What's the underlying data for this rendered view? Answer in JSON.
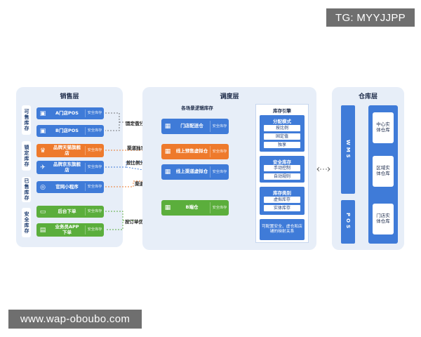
{
  "watermarks": {
    "top_right": "TG: MYYJJPP",
    "bottom_left": "www.wap-oboubo.com"
  },
  "sales": {
    "title": "销售层",
    "tags": [
      "可售库存",
      "锁定库存",
      "已售库存",
      "安全库存"
    ],
    "channels": [
      {
        "label": "A门店POS",
        "sub": "安全库存",
        "color": "#3f7bd8",
        "icon": "store-icon"
      },
      {
        "label": "B门店POS",
        "sub": "安全库存",
        "color": "#3f7bd8",
        "icon": "store-icon"
      },
      {
        "label": "品牌天猫旗舰店",
        "sub": "安全库存",
        "color": "#ee7a2c",
        "icon": "tmall-icon"
      },
      {
        "label": "品牌京东旗舰店",
        "sub": "安全库存",
        "color": "#3f7bd8",
        "icon": "jd-icon"
      },
      {
        "label": "官网小程序",
        "sub": "安全库存",
        "color": "#3f7bd8",
        "icon": "miniprogram-icon"
      },
      {
        "label": "后台下单",
        "sub": "安全库存",
        "color": "#5bae3c",
        "icon": "monitor-icon"
      },
      {
        "label": "业务员APP下单",
        "sub": "安全库存",
        "color": "#5bae3c",
        "icon": "app-icon"
      }
    ]
  },
  "arrows": {
    "fixed": "固定值分配",
    "exclusive1": "渠道独享",
    "ratio": "按比例分配",
    "exclusive2": "渠道独享",
    "order_priority": "按订单优先级分配"
  },
  "dispatch": {
    "title": "调度层",
    "logic_title": "各场景逻辑库存",
    "warehouses": [
      {
        "label": "门店配送仓",
        "sub": "安全库存",
        "color": "#3f7bd8"
      },
      {
        "label": "线上预售虚拟仓",
        "sub": "安全库存",
        "color": "#ee7a2c"
      },
      {
        "label": "线上渠道虚拟仓",
        "sub": "安全库存",
        "color": "#3f7bd8"
      },
      {
        "label": "B端仓",
        "sub": "安全库存",
        "color": "#5bae3c"
      }
    ],
    "engine": {
      "title": "库存引擎",
      "sections": [
        {
          "head": "分配模式",
          "options": [
            "按比例",
            "固定值",
            "独享"
          ]
        },
        {
          "head": "安全库存",
          "options": [
            "手动控制",
            "自动规则"
          ]
        },
        {
          "head": "库存类别",
          "options": [
            "虚拟库存",
            "实体库存"
          ]
        }
      ],
      "note": "可配置安全、虚仓和店铺的映射关系"
    }
  },
  "warehouse": {
    "title": "仓库层",
    "systems": [
      "WMS",
      "POS"
    ],
    "items": [
      "中心实体仓库",
      "区域实体仓库",
      "门店实体仓库"
    ]
  }
}
